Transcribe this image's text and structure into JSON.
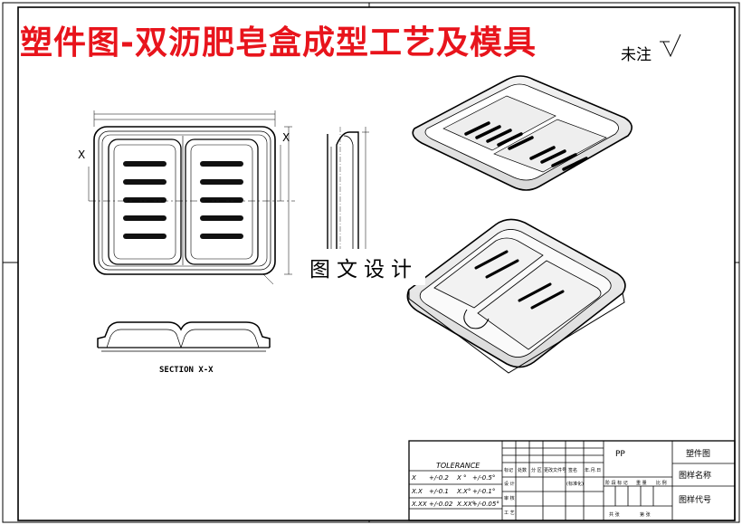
{
  "title": "塑件图-双沥肥皂盒成型工艺及模具",
  "roughness_label": "未注",
  "watermark": "图文设计",
  "section_label": "SECTION X-X",
  "section_marks": {
    "left": "X",
    "right": "X"
  },
  "tolerance": {
    "heading": "TOLERANCE",
    "rows": [
      {
        "linear": "X",
        "linear_tol": "+/-0.2",
        "angular": "X °",
        "angular_tol": "+/-0.5°"
      },
      {
        "linear": "X.X",
        "linear_tol": "+/-0.1",
        "angular": "X.X°",
        "angular_tol": "+/-0.1°"
      },
      {
        "linear": "X.XX",
        "linear_tol": "+/-0.02",
        "angular": "X.XX°",
        "angular_tol": "+/-0.05°"
      }
    ]
  },
  "title_block": {
    "material": "PP",
    "drawing_type": "塑件图",
    "name_label": "图样名称",
    "code_label": "图样代号",
    "col_headers": [
      "标记",
      "处数",
      "分 区",
      "更改文件号",
      "签名",
      "年.月.日"
    ],
    "row_labels": [
      "设 计",
      "审 核",
      "工 艺"
    ],
    "standard_label": "(标准化)",
    "stage_labels": [
      "阶 段 标 记",
      "重 量",
      "比 例"
    ],
    "sheet_labels": [
      "共 张",
      "第 张"
    ]
  },
  "colors": {
    "title": "#e8141c",
    "line": "#000000",
    "background": "#ffffff"
  }
}
